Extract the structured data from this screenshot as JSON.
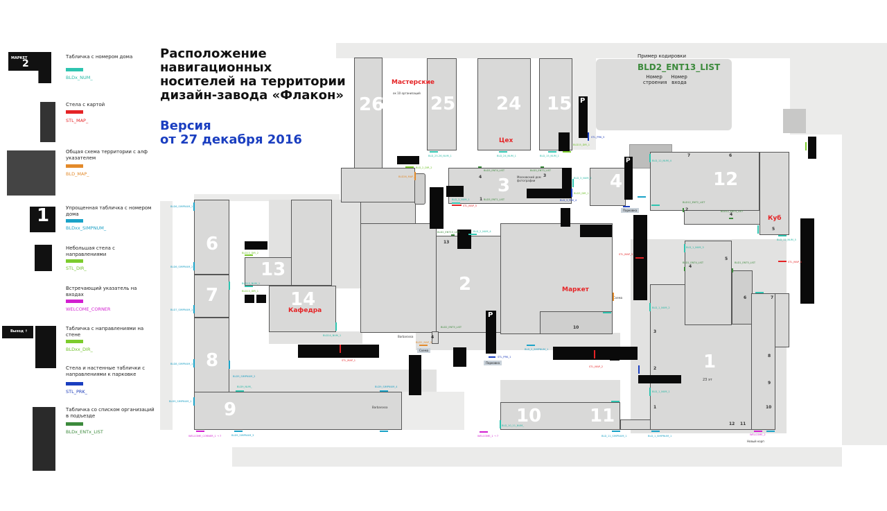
{
  "title": {
    "line1": "Расположение",
    "line2": "навигационных",
    "line3": "носителей на территории",
    "line4": "дизайн-завода «Флакон»"
  },
  "version": {
    "line1": "Версия",
    "line2": "от 27 декабря 2016"
  },
  "legend": [
    {
      "title": "Табличка с номером дома",
      "code": "BLDx_NUM_",
      "color": "#2ec4b0"
    },
    {
      "title": "Стела с картой",
      "code": "STL_MAP_",
      "color": "#e52325"
    },
    {
      "title": "Общая схема территории с алф указателем",
      "code": "BLD_MAP_",
      "color": "#e38a2a"
    },
    {
      "title": "Упрощенная табличка с номером дома",
      "code": "BLDxx_SIMPNUM_",
      "color": "#1aa3c8"
    },
    {
      "title": "Небольшая стела с направлениями",
      "code": "STL_DIR_",
      "color": "#7ccc2d"
    },
    {
      "title": "Встречающий указатель на входах",
      "code": "WELCOME_CORNER",
      "color": "#d21fd0"
    },
    {
      "title": "Табличка с направлениями на стене",
      "code": "BLDxx_DIR_",
      "color": "#7ccc2d"
    },
    {
      "title": "Стела и настенные таблички с направлениями к парковке",
      "code": "STL_PRK_",
      "color": "#1a3ec0"
    },
    {
      "title": "Табличка со списком организаций в подъезде",
      "code": "BLDx_ENTx_LIST",
      "color": "#3c8a3c"
    }
  ],
  "legend_sign": {
    "market": "МАРКЕТ",
    "num2": "2",
    "num1": "1",
    "exit": "Выход ↑"
  },
  "example": {
    "heading": "Пример кодировки",
    "code": "BLD2_ENT13_LIST",
    "building": "Номер строения",
    "entrance": "Номер входа"
  },
  "buildings": {
    "b26": "26",
    "b25": "25",
    "b24": "24",
    "b15": "15",
    "b3": "3",
    "b2": "2",
    "b4": "4",
    "b12": "12",
    "b1": "1",
    "b6": "6",
    "b7": "7",
    "b8": "8",
    "b9": "9",
    "b13": "13",
    "b14": "14",
    "b10": "10",
    "b11": "11"
  },
  "places": {
    "workshops": "Мастерские",
    "workshops_note": "ок 10 организаций",
    "shop": "Цех",
    "market": "Маркет",
    "chair": "Кафедра",
    "cube": "Куб",
    "floor23": "23 эт",
    "moscow": "Московский дом фотографии",
    "barbarossa": "Barbarossa",
    "scheme": "Схема",
    "parking": "Парковка",
    "parking_sign": "P",
    "newbld": "Новый корп"
  },
  "codes": {
    "bld25": "BLD_25-26_NUM_1",
    "bld24": "BLD_24_NUM_1",
    "bld15": "BLD_15_NUM_1",
    "bld15dir": "BLD15_DIR_1",
    "prk5": "STL_PRK_5",
    "bld2dir2": "BLD_2_DIR_2",
    "bld26map": "BLD26_MAP_1",
    "bld3num": "BLD_3_NUM_1",
    "stlmap5": "STL_MAP_5",
    "bld3ent1": "BLD3_ENT1_LIST",
    "bld3ent4": "BLD3_ENT4_LIST",
    "bld3ent3": "BLD3_ENT3_LIST",
    "bld3num2": "BLD_3_NUM_2",
    "bld3dir": "BLD3_DIR_1",
    "prk4": "BLD_3_PRK_4",
    "bld6s1": "BLD6_SIMPNUM_1",
    "bld6s2": "BLD6_SIMPNUM_2",
    "bld7s": "BLD7_SIMPNUM_1",
    "bld8s": "BLD8_SIMPNUM_1",
    "bld9s1": "BLD9_SIMPNUM_1",
    "bld9s2": "BLD9_SIMPNUM_2",
    "bld9s3": "BLD9_SIMPNUM_3",
    "bld9s4": "BLD9_SIMPNUM_4",
    "bld9num": "BLD9_NUM_",
    "wel7": "WELCOME_CORNER_1 → 7",
    "bld13dir": "BLD13_DIR_2",
    "bld13num": "BLD13_NUM_1",
    "bld14num": "BLD14_NUM_1",
    "stlmap1": "STL_MAP_1",
    "bld2num4": "BLD_2_NUM_4",
    "bld2ent13": "BLD2_ENT13_LIST",
    "bld2ent5": "BLD2_ENT5_LIST",
    "bld2map2": "BLD2_MAP_2",
    "bld2simp": "BLD_2_SIMPNUM_1",
    "stlmap2": "STL_MAP_2",
    "prk1": "STL_PRK_1",
    "wel1": "WELCOME_1 → 7",
    "bld1011": "BLD_10_11_NUM_",
    "bld12num4": "BLD_12_NUM_4",
    "bld12ent2": "BLD12_ENT2_LIST",
    "bld12ent4": "BLD12_ENT4_LIST",
    "bld12num5": "BLD_12_NUM_5",
    "bld1num3": "BLD_1_NUM_3",
    "bld1ent4": "BLD1_ENT4_LIST",
    "bld1ent5": "BLD1_ENT5_LIST",
    "bld1num2": "BLD_1_NUM_2",
    "bld1num1": "BLD_1_NUM_1",
    "bld1simp": "BLD_1_SIMPNUM_1",
    "stlmap4": "STL_MAP_4",
    "stlmap3": "STL_MAP_3",
    "welcome2": "WELCOME_2",
    "bld13dir1": "BLD13_DIR_1",
    "bld11simp": "BLD_11_SIMPNUM_1"
  },
  "entrances": [
    "1",
    "2",
    "3",
    "4",
    "5",
    "6",
    "7",
    "8",
    "9",
    "10",
    "11",
    "12",
    "13",
    "14"
  ]
}
